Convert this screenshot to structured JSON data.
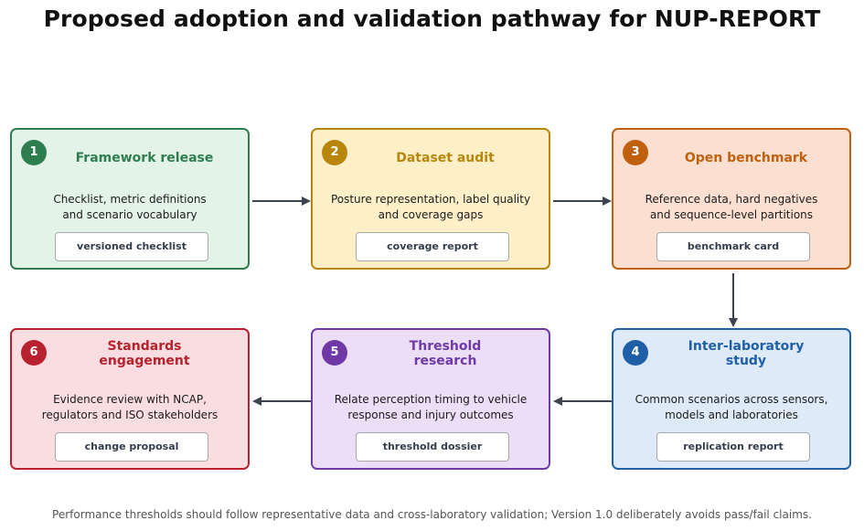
{
  "title": "Proposed adoption and validation pathway for NUP-REPORT",
  "colors": {
    "green": "#2e7d4f",
    "gold": "#b8860b",
    "orange": "#c0600e",
    "blue": "#1f5fa8",
    "purple": "#6f3aa8",
    "red": "#b8222e",
    "arrow": "#3d4450"
  },
  "steps": [
    {
      "number": "1",
      "title": "Framework release",
      "description": "Checklist, metric definitions\nand scenario vocabulary",
      "output": "versioned checklist",
      "accent": "#2e7d4f",
      "fill": "#e4f3e7"
    },
    {
      "number": "2",
      "title": "Dataset audit",
      "description": "Posture representation, label quality\nand coverage gaps",
      "output": "coverage report",
      "accent": "#b8860b",
      "fill": "#fdf0c8"
    },
    {
      "number": "3",
      "title": "Open benchmark",
      "description": "Reference data, hard negatives\nand sequence-level partitions",
      "output": "benchmark card",
      "accent": "#c0600e",
      "fill": "#fbe0d1"
    },
    {
      "number": "4",
      "title": "Inter-laboratory\nstudy",
      "description": "Common scenarios across sensors,\nmodels and laboratories",
      "output": "replication report",
      "accent": "#1f5fa8",
      "fill": "#deeaf8"
    },
    {
      "number": "5",
      "title": "Threshold\nresearch",
      "description": "Relate perception timing to vehicle\nresponse and injury outcomes",
      "output": "threshold dossier",
      "accent": "#6f3aa8",
      "fill": "#ebdef6"
    },
    {
      "number": "6",
      "title": "Standards\nengagement",
      "description": "Evidence review with NCAP,\nregulators and ISO stakeholders",
      "output": "change proposal",
      "accent": "#b8222e",
      "fill": "#f9dde0"
    }
  ],
  "footnote": "Performance thresholds should follow representative data and cross-laboratory validation; Version 1.0 deliberately avoids pass/fail claims."
}
